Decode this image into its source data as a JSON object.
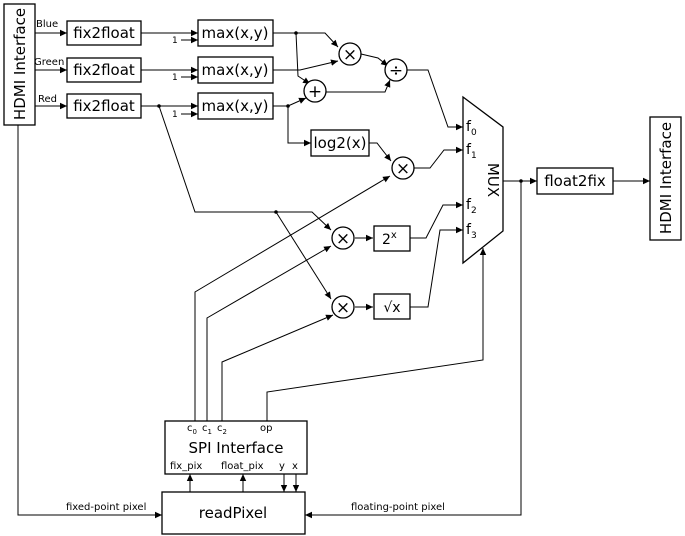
{
  "hdmi_in_label": "HDMI Interface",
  "hdmi_out_label": "HDMI Interface",
  "channels": {
    "blue": "Blue",
    "green": "Green",
    "red": "Red"
  },
  "fix2float_label": "fix2float",
  "max_label": "max(x,y)",
  "const_one": "1",
  "mul_symbol": "×",
  "add_symbol": "+",
  "div_symbol": "÷",
  "log_label": "log2(x)",
  "pow_label": "2",
  "pow_sup": "x",
  "sqrt_label": "√x",
  "mux": {
    "label": "MUX",
    "f0": "f",
    "f0_sub": "0",
    "f1": "f",
    "f1_sub": "1",
    "f2": "f",
    "f2_sub": "2",
    "f3": "f",
    "f3_sub": "3"
  },
  "float2fix_label": "float2fix",
  "spi": {
    "title": "SPI Interface",
    "c0": "c",
    "c0_sub": "0",
    "c1": "c",
    "c1_sub": "1",
    "c2": "c",
    "c2_sub": "2",
    "op": "op",
    "fix_pix": "fix_pix",
    "float_pix": "float_pix",
    "y": "y",
    "x": "x"
  },
  "readpixel_label": "readPixel",
  "fixed_point_pixel": "fixed-point pixel",
  "floating_point_pixel": "floating-point pixel"
}
